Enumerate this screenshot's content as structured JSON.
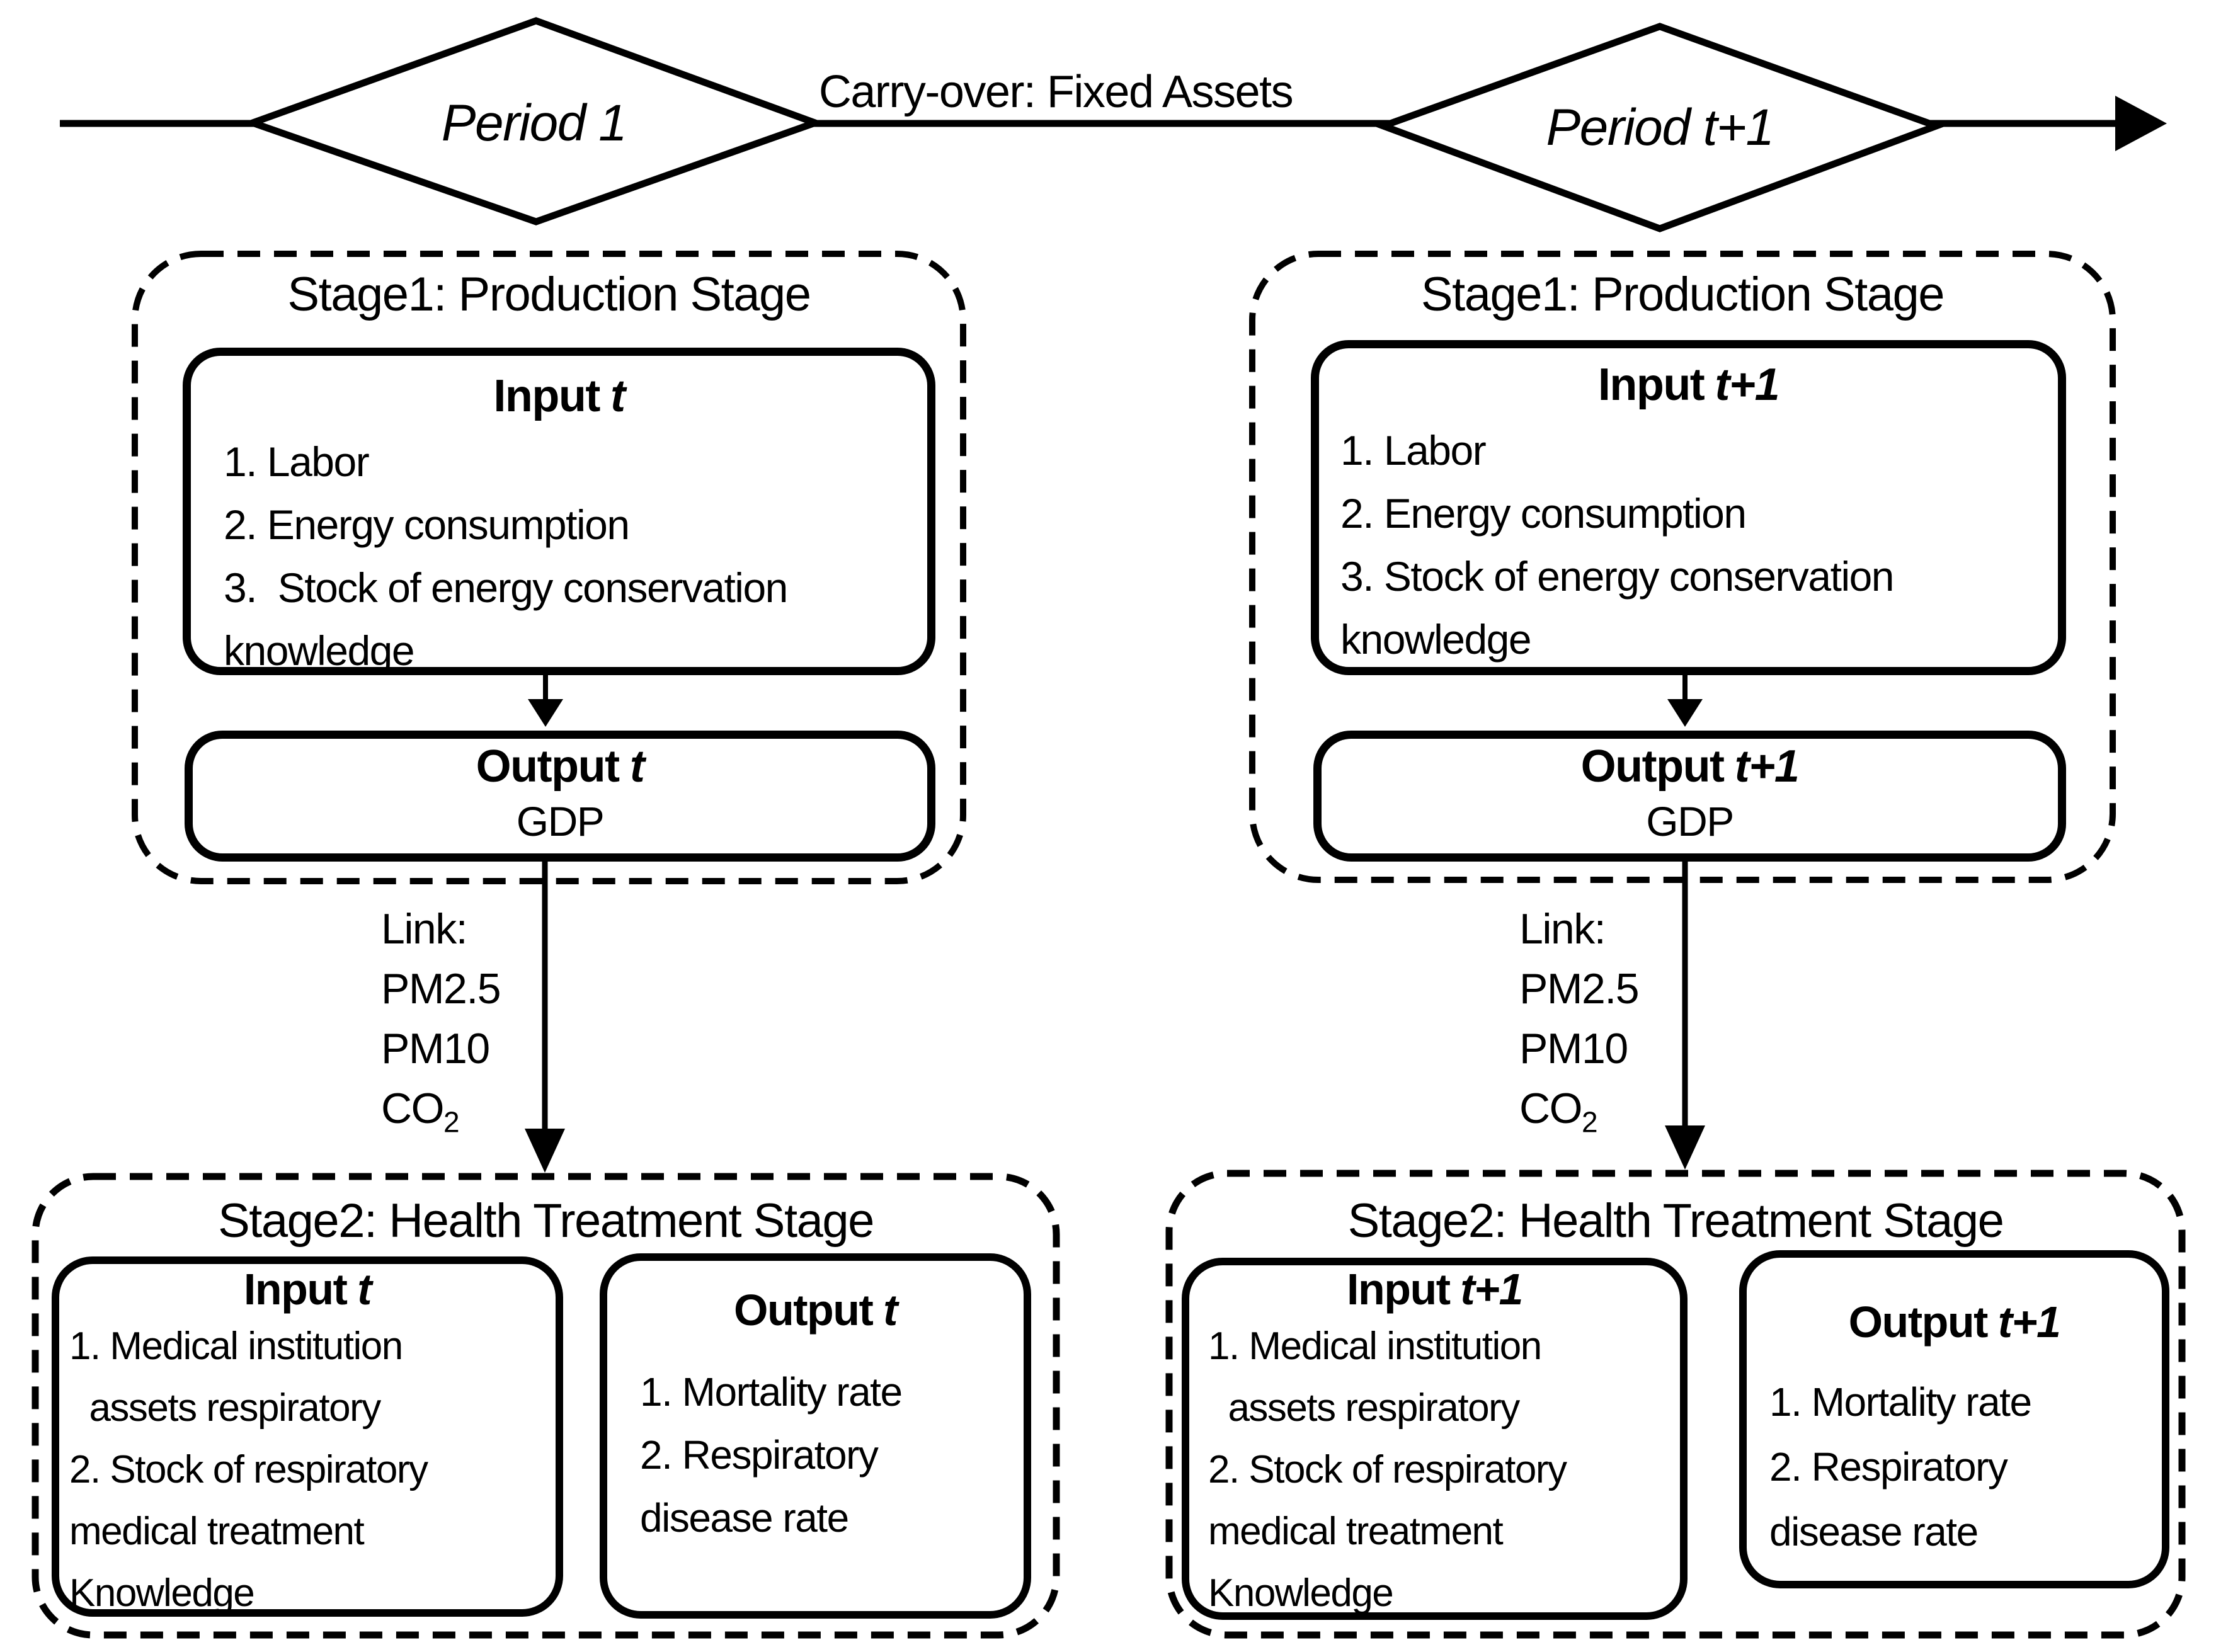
{
  "timeline": {
    "period1_label": "Period 1",
    "period2_label": "Period t+1",
    "carryover_label": "Carry-over: Fixed Assets"
  },
  "columns": [
    {
      "stage1": {
        "title": "Stage1: Production Stage",
        "input_header": {
          "prefix": "Input",
          "suffix": "t"
        },
        "input_items": [
          "1. Labor",
          "2. Energy consumption",
          "3.  Stock of energy conservation",
          "knowledge"
        ],
        "output_header": {
          "prefix": "Output",
          "suffix": "t"
        },
        "output_value": "GDP"
      },
      "link": {
        "lines": [
          "Link:",
          "PM2.5",
          "PM10"
        ],
        "co2_base": "CO",
        "co2_sub": "2"
      },
      "stage2": {
        "title": "Stage2: Health Treatment Stage",
        "input_header": {
          "prefix": "Input",
          "suffix": "t"
        },
        "input_items": [
          "1. Medical institution",
          "  assets respiratory",
          "2. Stock of respiratory",
          "medical treatment",
          "Knowledge"
        ],
        "output_header": {
          "prefix": "Output",
          "suffix": "t"
        },
        "output_items": [
          "1. Mortality rate",
          "2. Respiratory",
          "disease rate"
        ]
      }
    },
    {
      "stage1": {
        "title": "Stage1: Production Stage",
        "input_header": {
          "prefix": "Input",
          "suffix": "t+1"
        },
        "input_items": [
          "1. Labor",
          "2. Energy consumption",
          "3. Stock of energy conservation",
          "knowledge"
        ],
        "output_header": {
          "prefix": "Output",
          "suffix": "t+1"
        },
        "output_value": "GDP"
      },
      "link": {
        "lines": [
          "Link:",
          "PM2.5",
          "PM10"
        ],
        "co2_base": "CO",
        "co2_sub": "2"
      },
      "stage2": {
        "title": "Stage2: Health Treatment Stage",
        "input_header": {
          "prefix": "Input",
          "suffix": "t+1"
        },
        "input_items": [
          "1. Medical institution",
          "  assets respiratory",
          "2. Stock of respiratory",
          "medical treatment",
          "Knowledge"
        ],
        "output_header": {
          "prefix": "Output",
          "suffix": "t+1"
        },
        "output_items": [
          "1. Mortality rate",
          "2. Respiratory",
          "disease rate"
        ]
      }
    }
  ],
  "colors": {
    "stroke": "#000000",
    "background": "#ffffff"
  }
}
